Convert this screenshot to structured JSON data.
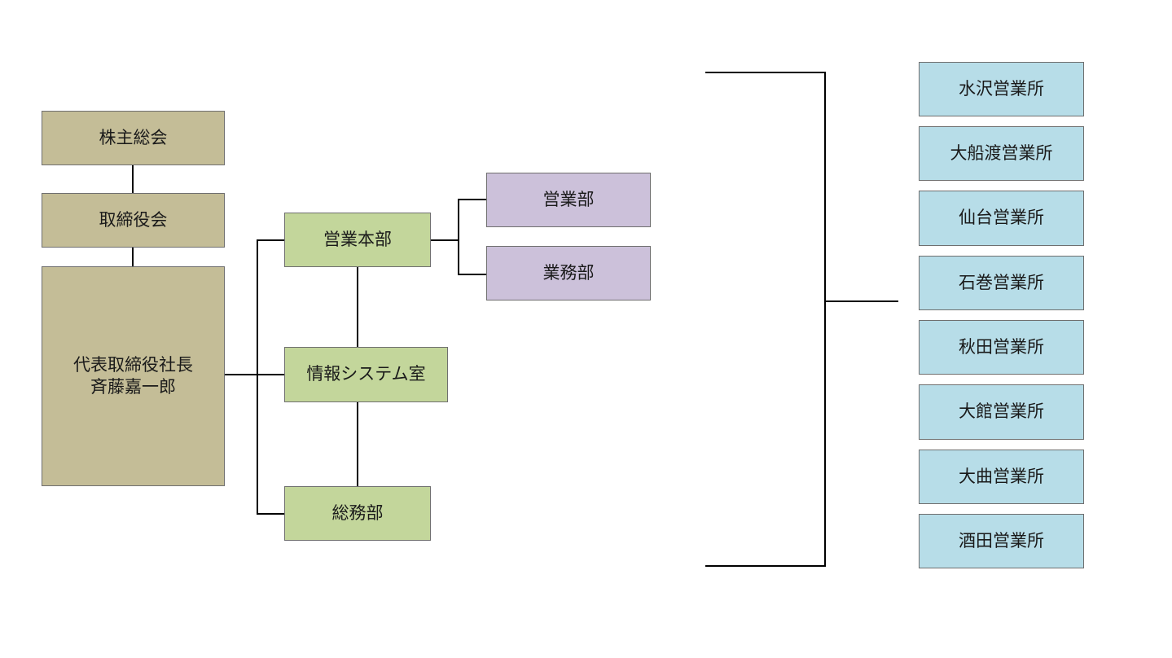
{
  "governance": {
    "shareholders": "株主総会",
    "board": "取締役会"
  },
  "ceo": {
    "title": "代表取締役社長",
    "name": "斉藤嘉一郎"
  },
  "divisions": {
    "sales_hq": "営業本部",
    "info_systems": "情報システム室",
    "general_affairs": "総務部"
  },
  "sales_departments": {
    "sales": "営業部",
    "business": "業務部"
  },
  "offices": [
    "水沢営業所",
    "大船渡営業所",
    "仙台営業所",
    "石巻営業所",
    "秋田営業所",
    "大館営業所",
    "大曲営業所",
    "酒田営業所"
  ],
  "colors": {
    "governance": "#c4bd97",
    "division": "#c3d69b",
    "department": "#ccc1da",
    "office": "#b7dde8"
  }
}
